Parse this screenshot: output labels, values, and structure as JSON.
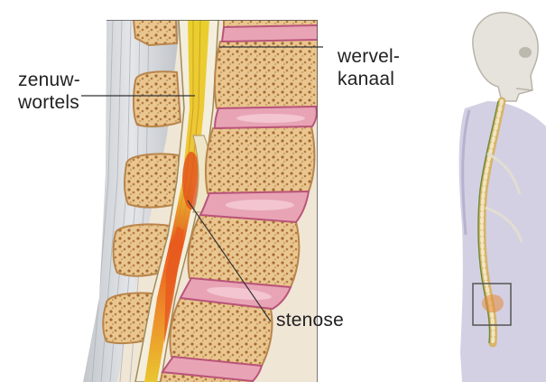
{
  "labels": {
    "nerve_roots": [
      "zenuw-",
      "wortels"
    ],
    "spinal_canal": [
      "wervel-",
      "kanaal"
    ],
    "stenosis": "stenose"
  },
  "colors": {
    "bone_fill": "#e7c38e",
    "bone_edge": "#b9854a",
    "disc_fill": "#e8a4b5",
    "disc_edge": "#b9547a",
    "ligament": "#cfd3d6",
    "nerve": "#e8c54a",
    "inflammation": "#e4541c",
    "skeleton": "#d9d6cf",
    "body_silhouette": "#cdc8de"
  }
}
